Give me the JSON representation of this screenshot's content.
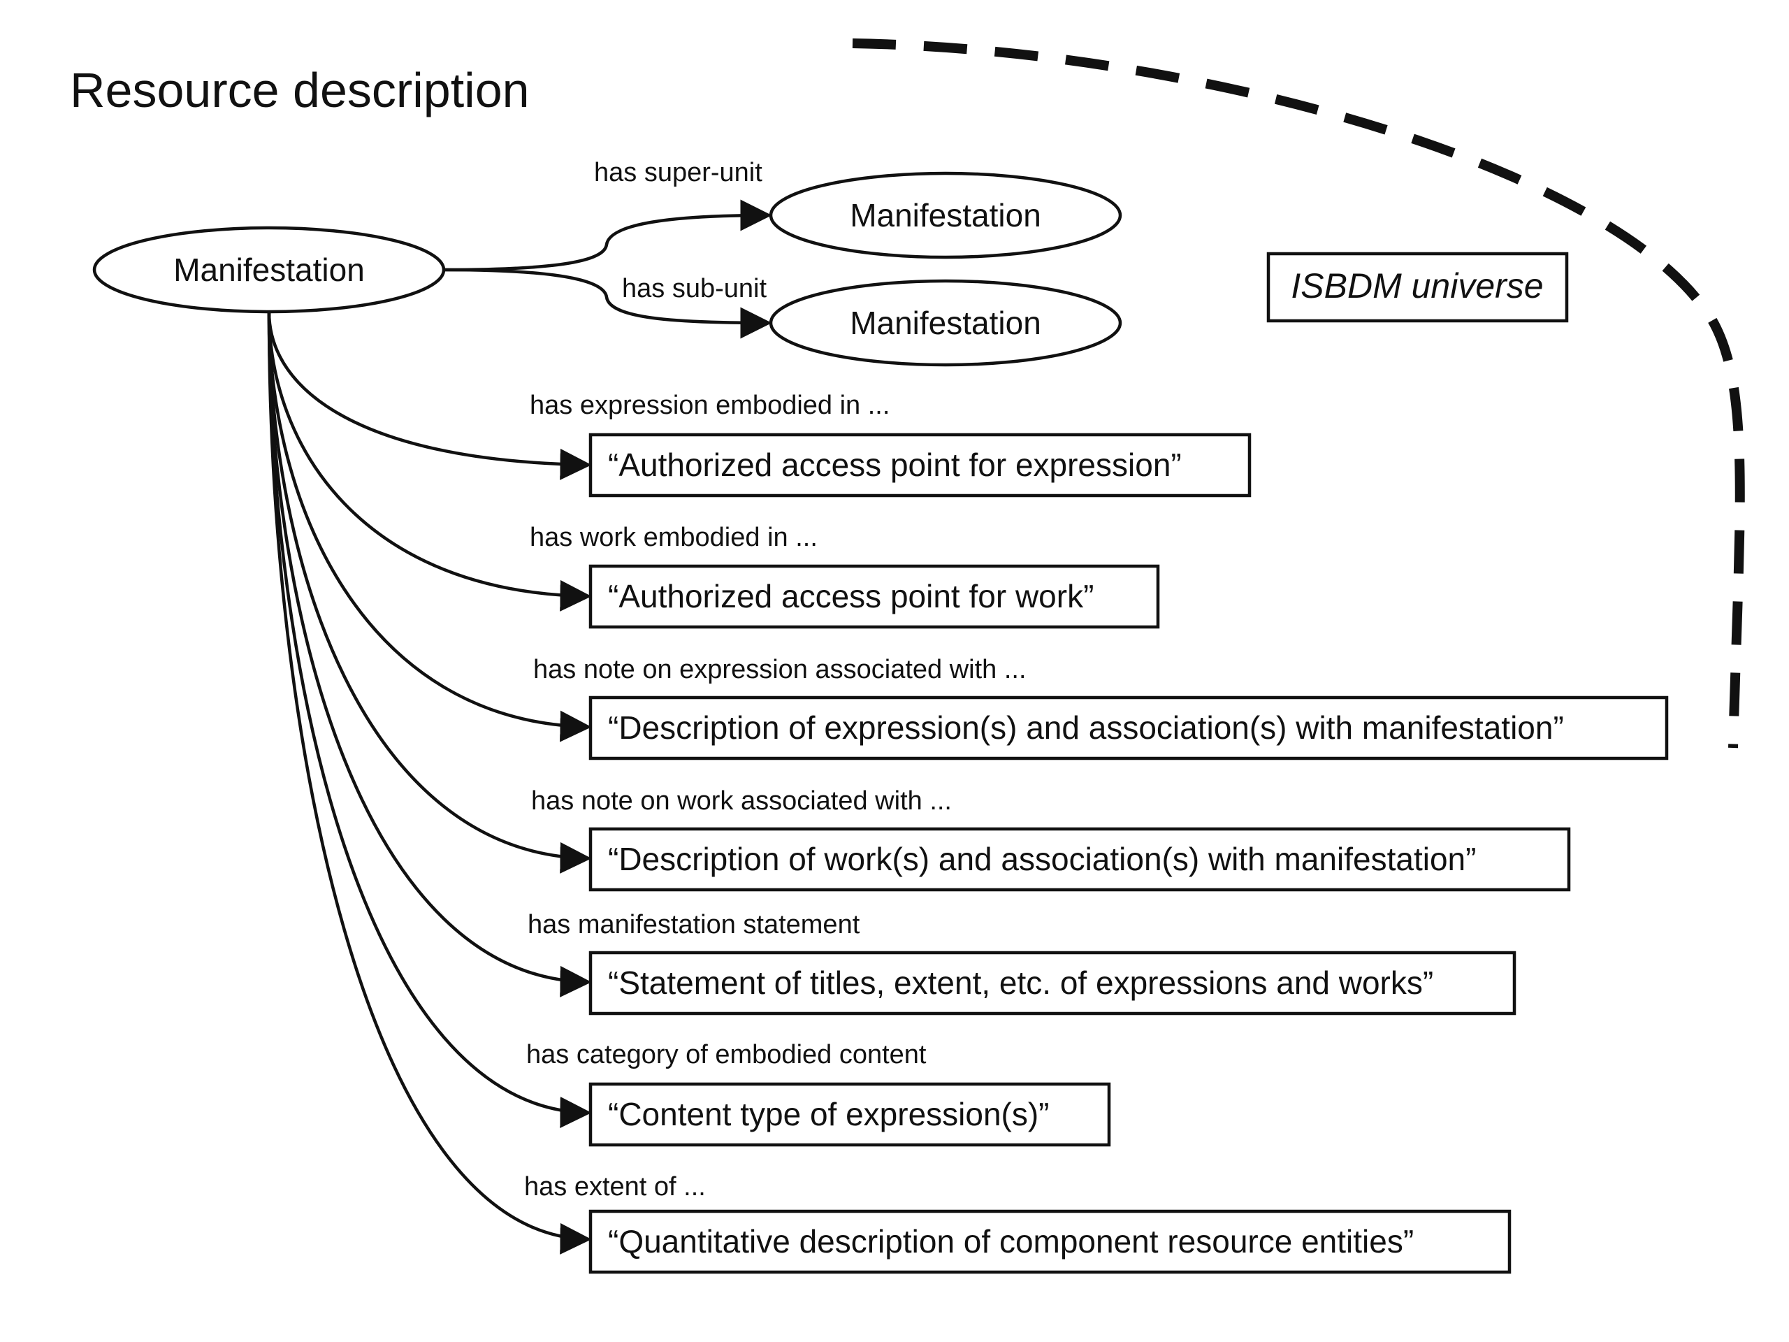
{
  "title": "Resource description",
  "universe_label": "ISBDM universe",
  "root_node": "Manifestation",
  "unit_relations": [
    {
      "edge_label": "has super-unit",
      "target": "Manifestation"
    },
    {
      "edge_label": "has sub-unit",
      "target": "Manifestation"
    }
  ],
  "relations": [
    {
      "edge_label": "has expression embodied in ...",
      "target": "“Authorized access point for expression”"
    },
    {
      "edge_label": "has work embodied in ...",
      "target": "“Authorized access point for work”"
    },
    {
      "edge_label": "has note on expression associated with ...",
      "target": "“Description of expression(s) and association(s) with manifestation”"
    },
    {
      "edge_label": "has note on work associated with ...",
      "target": "“Description of work(s) and association(s) with manifestation”"
    },
    {
      "edge_label": "has manifestation statement",
      "target": "“Statement of titles, extent, etc. of expressions and works”"
    },
    {
      "edge_label": "has category of embodied content",
      "target": "“Content type of expression(s)”"
    },
    {
      "edge_label": "has extent of ...",
      "target": "“Quantitative description of component resource entities”"
    }
  ]
}
